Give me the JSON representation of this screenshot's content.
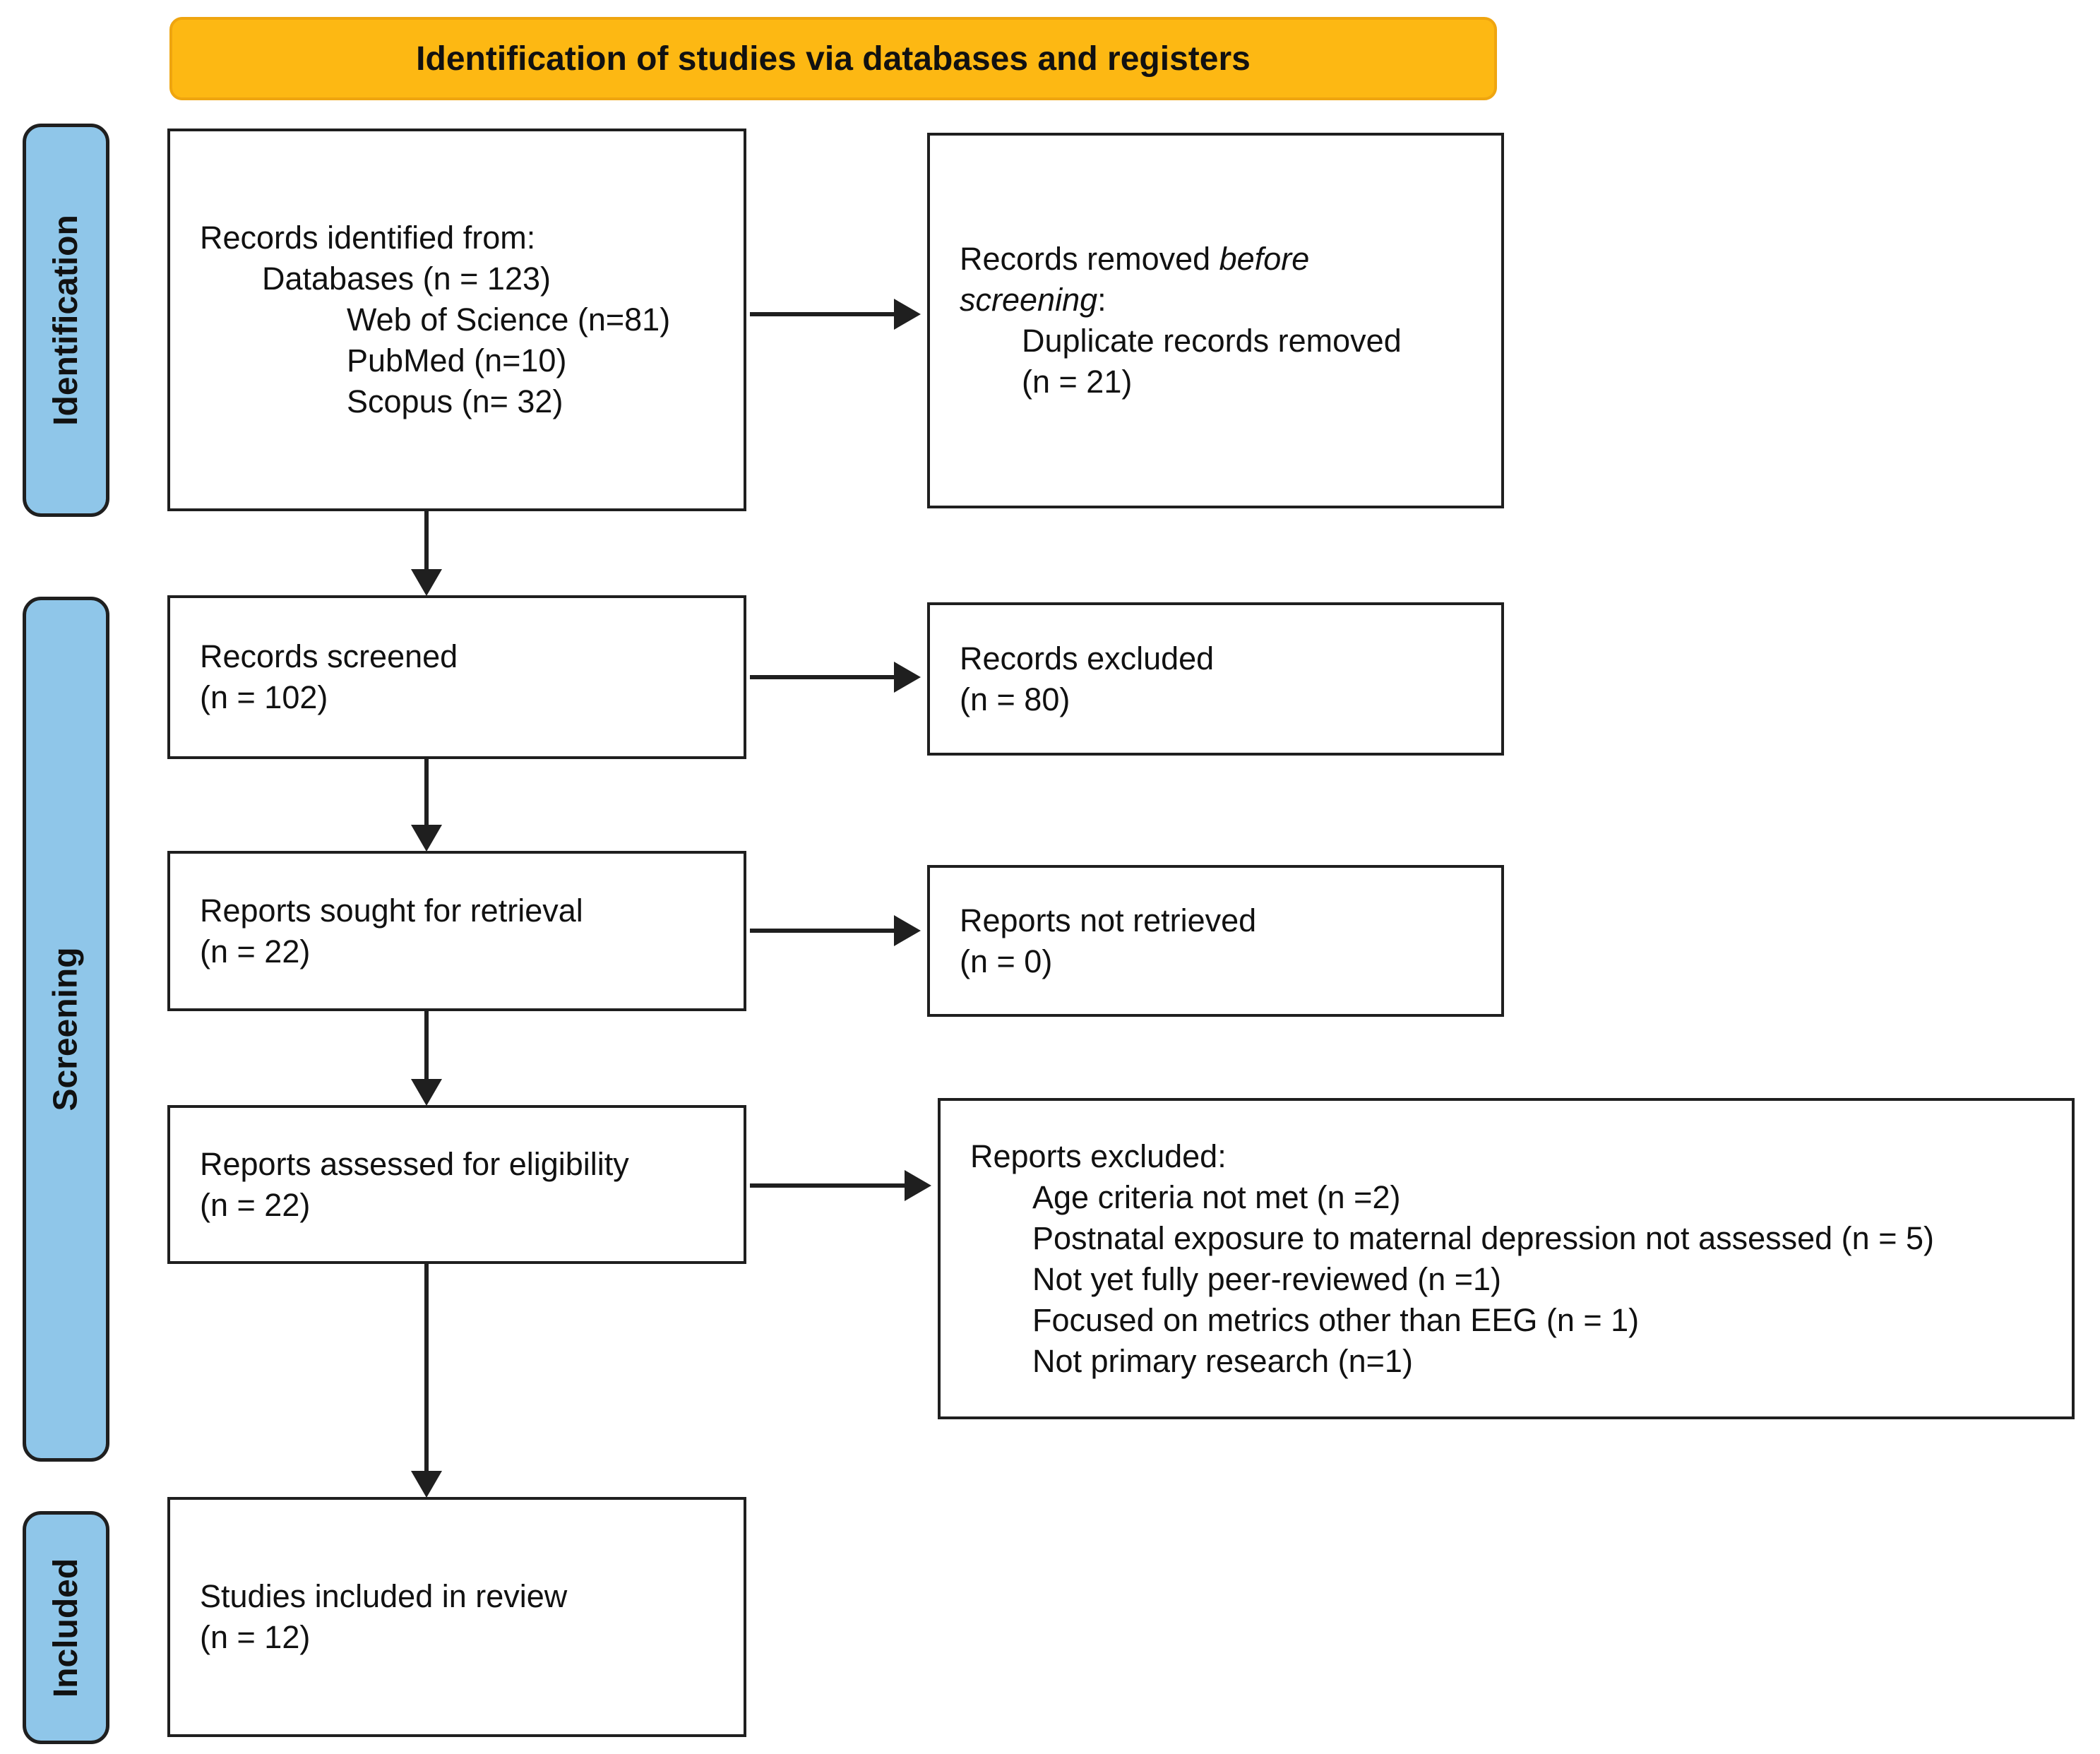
{
  "banner": {
    "label": "Identification of studies via databases and registers"
  },
  "colors": {
    "banner_bg": "#FDB813",
    "stage_bg": "#8FC6E9",
    "box_border": "#1F1F1F",
    "text": "#111111"
  },
  "stages": {
    "identification": "Identification",
    "screening": "Screening",
    "included": "Included"
  },
  "boxes": {
    "identified": {
      "lines": [
        "Records identified from:",
        "Databases (n = 123)",
        "Web of Science (n=81)",
        "PubMed (n=10)",
        "Scopus (n= 32)"
      ]
    },
    "removed": {
      "line1_plain": "Records removed ",
      "line1_italic": "before",
      "line2_italic": "screening",
      "line2_plain": ":",
      "detail": "Duplicate records removed",
      "detail_n": "(n = 21)"
    },
    "screened": {
      "line1": "Records screened",
      "line2": "(n = 102)"
    },
    "records_excluded": {
      "line1": "Records excluded",
      "line2": "(n = 80)"
    },
    "sought": {
      "line1": "Reports sought for retrieval",
      "line2": "(n = 22)"
    },
    "not_retrieved": {
      "line1": "Reports not retrieved",
      "line2": "(n = 0)"
    },
    "assessed": {
      "line1": "Reports assessed for eligibility",
      "line2": "(n = 22)"
    },
    "reports_excluded": {
      "heading": "Reports excluded:",
      "reasons": [
        "Age criteria not met (n =2)",
        "Postnatal exposure to maternal depression not assessed (n = 5)",
        "Not yet fully peer-reviewed (n =1)",
        "Focused on metrics other than EEG (n = 1)",
        "Not primary research (n=1)"
      ]
    },
    "included": {
      "line1": "Studies included in review",
      "line2": "(n = 12)"
    }
  }
}
